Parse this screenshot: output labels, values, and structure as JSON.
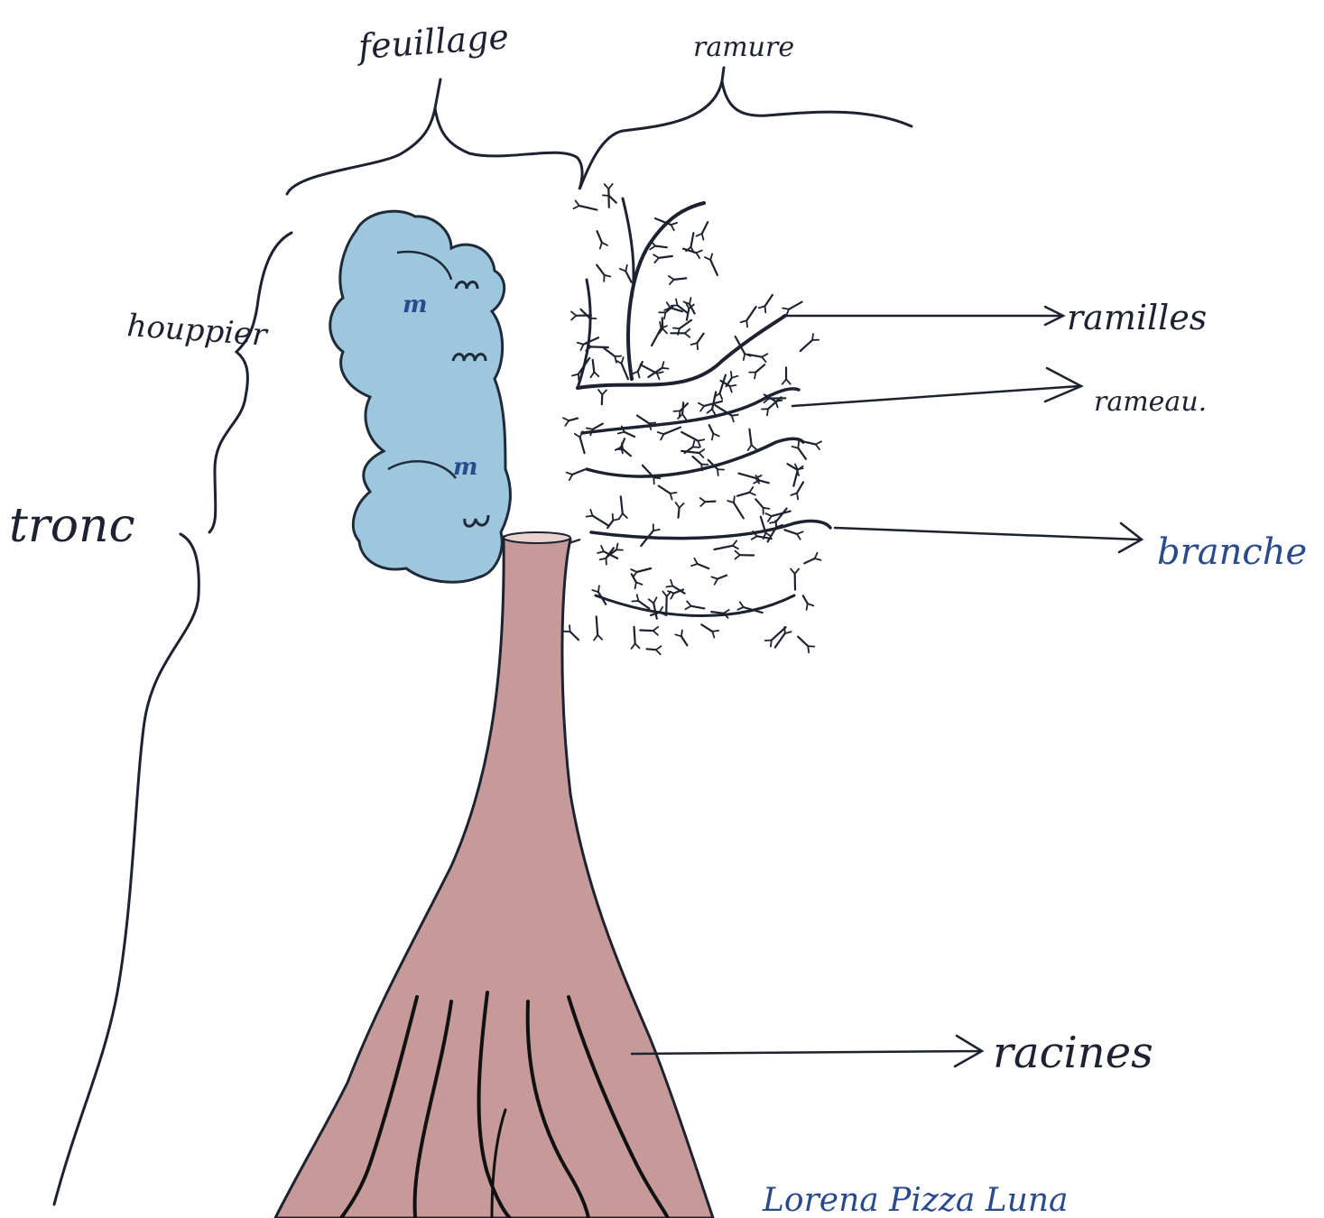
{
  "labels": {
    "feuillage": "feuillage",
    "ramure": "ramure",
    "houppier": "houppier",
    "tronc": "tronc",
    "ramilles": "ramilles",
    "rameau": "rameau.",
    "branche": "branche",
    "racines": "racines",
    "signature": "Lorena Pizza Luna"
  },
  "colors": {
    "ink": "#1c2230",
    "foliage": "#9cc7dc",
    "foliage_edge": "#1f2a3a",
    "trunk": "#c79a9a",
    "trunk_dark": "#a5706c",
    "blue_ink": "#2a4a8c",
    "background": "#ffffff"
  }
}
